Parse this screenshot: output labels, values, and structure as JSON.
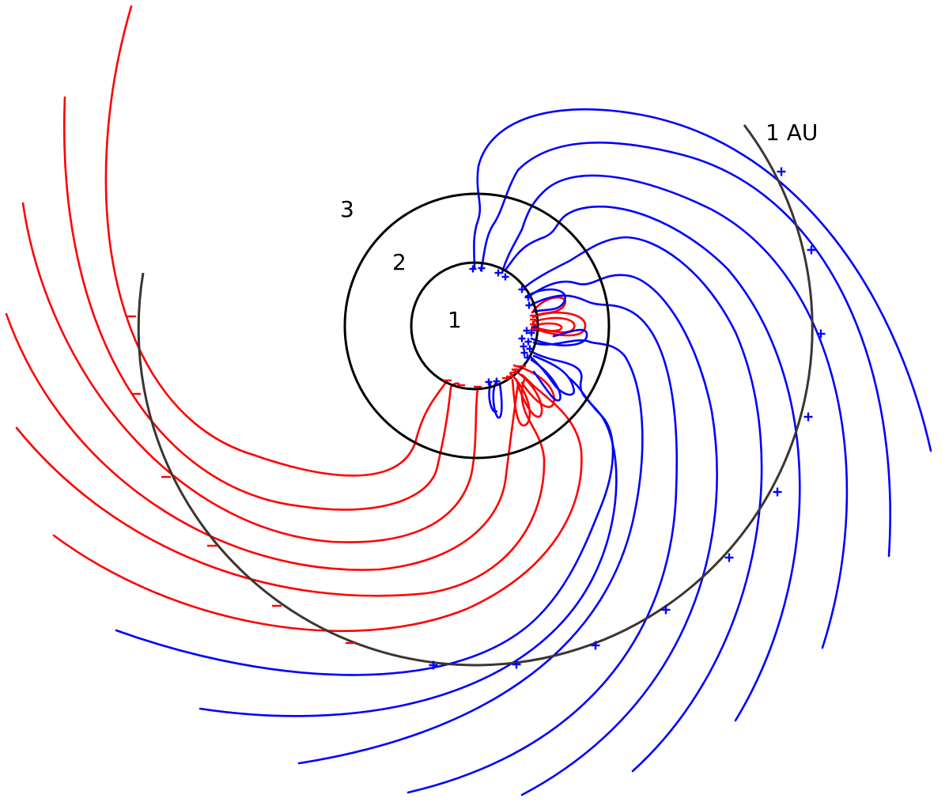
{
  "labels": {
    "region_1": "1",
    "region_2": "2",
    "region_3": "3",
    "orbit": "1 AU"
  },
  "colors": {
    "positive_polarity": "#0000ff",
    "negative_polarity": "#ff0000",
    "boundary_circles": "#000000",
    "orbit_circle": "#3d3530"
  },
  "legend": {
    "positive_marker": "+",
    "negative_marker": "−"
  }
}
